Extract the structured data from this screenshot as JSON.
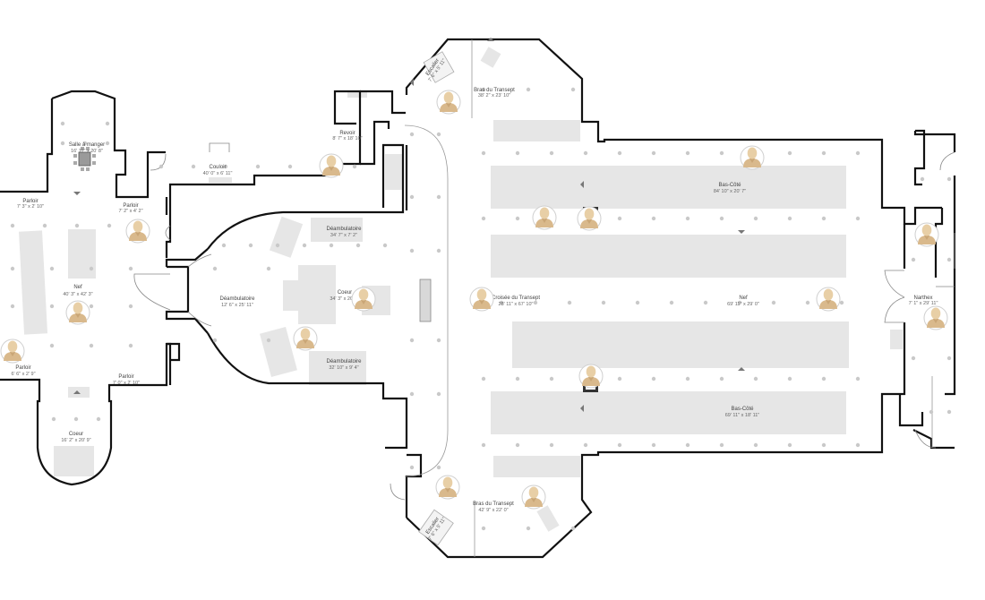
{
  "rooms": {
    "salle_a_manger": {
      "name": "Salle à manger",
      "dim": "16' 11\" x 20' 8\""
    },
    "parloir_top_left": {
      "name": "Parloir",
      "dim": "7' 3\" x 2' 10\""
    },
    "parloir_top_right": {
      "name": "Parloir",
      "dim": "7' 2\" x 4' 2\""
    },
    "nef_left": {
      "name": "Nef",
      "dim": "40' 3\" x 42' 3\""
    },
    "parloir_bottom_left": {
      "name": "Parloir",
      "dim": "6' 6\" x 2' 9\""
    },
    "parloir_bottom_right": {
      "name": "Parloir",
      "dim": "7' 0\" x 2' 10\""
    },
    "coeur_left": {
      "name": "Coeur",
      "dim": "16' 2\" x 20' 9\""
    },
    "couloir": {
      "name": "Couloir",
      "dim": "40' 0\" x 6' 11\""
    },
    "revoir": {
      "name": "Revoir",
      "dim": "8' 7\" x 18' 10\""
    },
    "deambulatoire_top": {
      "name": "Déambulatoire",
      "dim": "34' 7\" x 7' 2\""
    },
    "deambulatoire_left": {
      "name": "Déambulatoire",
      "dim": "12' 6\" x 25' 11\""
    },
    "coeur_center": {
      "name": "Coeur",
      "dim": "34' 3\" x 20' 8\""
    },
    "deambulatoire_bottom": {
      "name": "Déambulatoire",
      "dim": "32' 10\" x 9' 4\""
    },
    "escalier_top": {
      "name": "Escalier",
      "dim": "7' 6\" x 5' 11\""
    },
    "bras_transept_top": {
      "name": "Bras du Transept",
      "dim": "38' 2\" x 23' 10\""
    },
    "bas_cote_top": {
      "name": "Bas-Côté",
      "dim": "84' 10\" x 20' 7\""
    },
    "croisee_transept": {
      "name": "Croisée du Transept",
      "dim": "28' 11\" x 67' 10\""
    },
    "nef_main": {
      "name": "Nef",
      "dim": "69' 11\" x 29' 0\""
    },
    "bas_cote_bottom": {
      "name": "Bas-Côté",
      "dim": "69' 11\" x 18' 11\""
    },
    "narthex": {
      "name": "Narthex",
      "dim": "7' 1\" x 29' 11\""
    },
    "bras_transept_bottom": {
      "name": "Bras du Transept",
      "dim": "42' 9\" x 22' 0\""
    },
    "escalier_bottom": {
      "name": "Escalier",
      "dim": "7' 6\" x 5' 11\""
    }
  },
  "icons": {
    "viewpoint": "person-avatar-icon",
    "stairs": "stairs-arrow-icon",
    "door": "door-swing-icon"
  },
  "colors": {
    "wall": "#111111",
    "furniture": "#e6e6e6",
    "marker_dot": "#c9c9c9",
    "avatar_skin": "#e8cfa6",
    "active_viewpoint": "#3a9ad9"
  }
}
